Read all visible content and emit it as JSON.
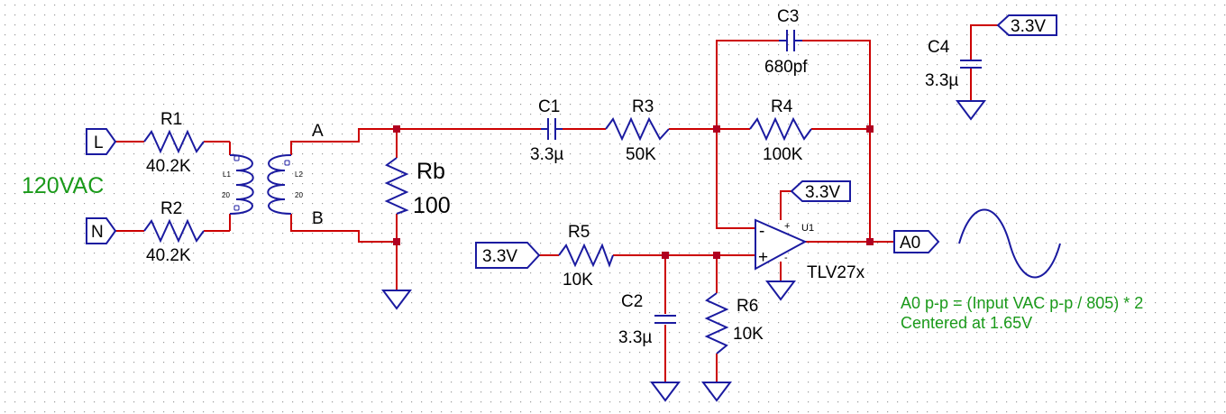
{
  "source_label": "120VAC",
  "ports": {
    "line": "L",
    "neutral": "N",
    "vref_in": "3.3V",
    "vcc_opamp": "3.3V",
    "vcc_c4": "3.3V",
    "output": "A0"
  },
  "nets": {
    "a": "A",
    "b": "B"
  },
  "transformer": {
    "l1": "L1",
    "l2": "L2",
    "n1": "20",
    "n2": "20"
  },
  "components": {
    "r1": {
      "ref": "R1",
      "value": "40.2K"
    },
    "r2": {
      "ref": "R2",
      "value": "40.2K"
    },
    "rb": {
      "ref": "Rb",
      "value": "100"
    },
    "c1": {
      "ref": "C1",
      "value": "3.3µ"
    },
    "r3": {
      "ref": "R3",
      "value": "50K"
    },
    "r4": {
      "ref": "R4",
      "value": "100K"
    },
    "c3": {
      "ref": "C3",
      "value": "680pf"
    },
    "c4": {
      "ref": "C4",
      "value": "3.3µ"
    },
    "r5": {
      "ref": "R5",
      "value": "10K"
    },
    "c2": {
      "ref": "C2",
      "value": "3.3µ"
    },
    "r6": {
      "ref": "R6",
      "value": "10K"
    },
    "u1": {
      "ref": "U1",
      "value": "TLV27x",
      "minus": "-",
      "plus": "+",
      "supply_plus": "+",
      "supply_minus": "-"
    }
  },
  "notes": {
    "line1": "A0 p-p = (Input VAC p-p / 805) * 2",
    "line2": "Centered at 1.65V"
  },
  "colors": {
    "wire": "#cc0000",
    "part": "#1a1aa0",
    "note": "#1a9a1a",
    "junction": "#b00020"
  }
}
